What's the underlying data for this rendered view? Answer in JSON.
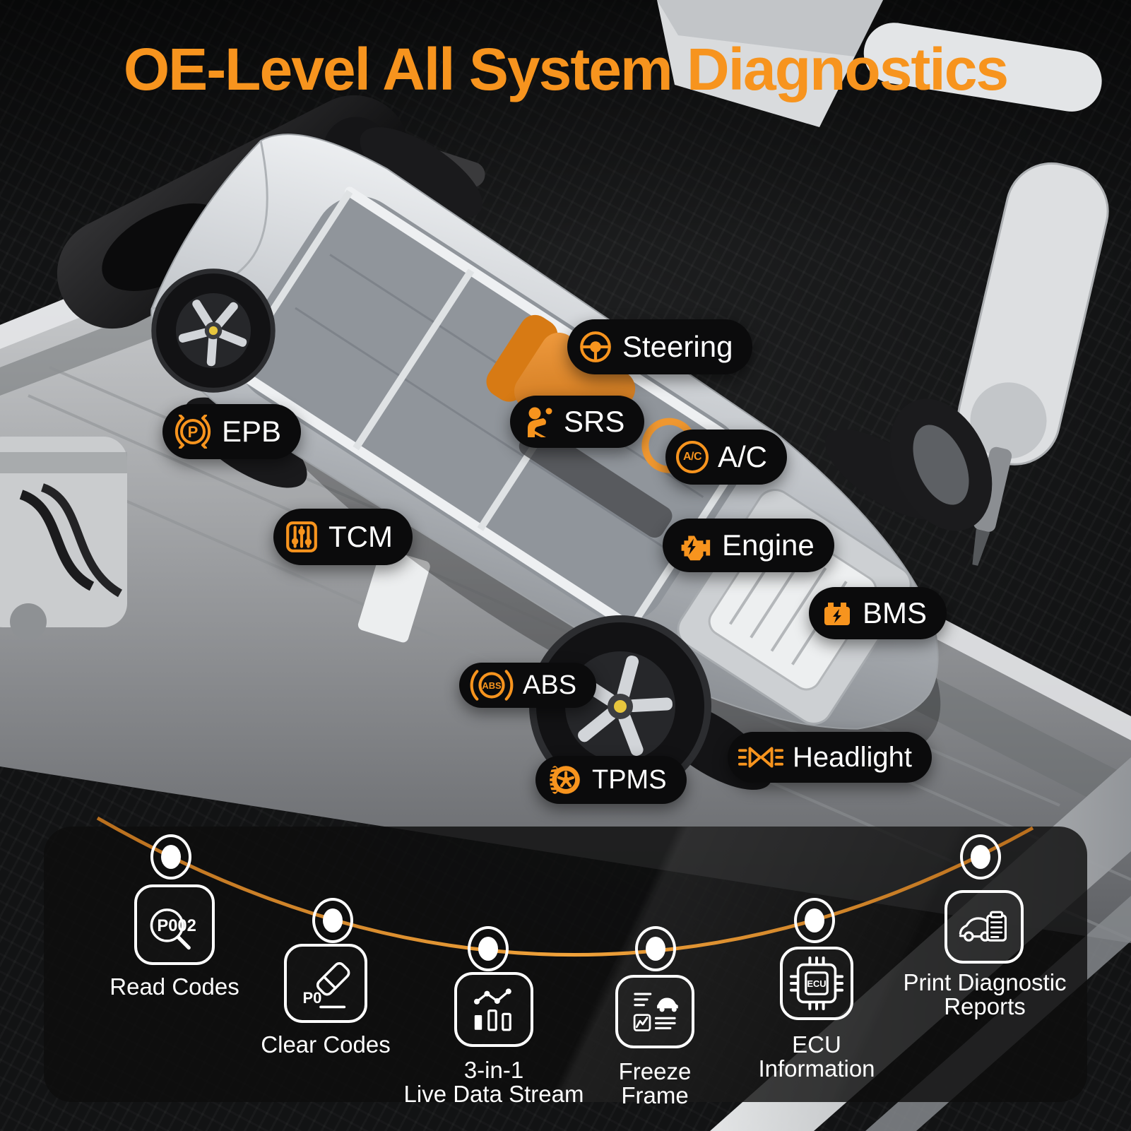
{
  "title": "OE-Level All System Diagnostics",
  "colors": {
    "accent": "#F7941E",
    "pill_background": "#0B0B0C",
    "text": "#FFFFFF",
    "timeline_arc": "#D98C2B"
  },
  "systems": [
    {
      "label": "EPB",
      "icon": "parking-brake-icon",
      "icon_text": "P"
    },
    {
      "label": "Steering",
      "icon": "steering-wheel-icon"
    },
    {
      "label": "SRS",
      "icon": "airbag-icon"
    },
    {
      "label": "A/C",
      "icon": "ac-icon",
      "icon_text": "A/C"
    },
    {
      "label": "TCM",
      "icon": "transmission-sliders-icon"
    },
    {
      "label": "Engine",
      "icon": "check-engine-icon"
    },
    {
      "label": "BMS",
      "icon": "battery-icon"
    },
    {
      "label": "ABS",
      "icon": "abs-brake-icon",
      "icon_text": "ABS"
    },
    {
      "label": "TPMS",
      "icon": "tire-icon"
    },
    {
      "label": "Headlight",
      "icon": "headlight-icon"
    }
  ],
  "features": [
    {
      "line1": "Read Codes",
      "icon": "read-codes-icon",
      "icon_text": "P002"
    },
    {
      "line1": "Clear Codes",
      "icon": "clear-codes-icon",
      "icon_text": "P0"
    },
    {
      "line1": "3-in-1",
      "line2": "Live Data Stream",
      "icon": "live-data-stream-icon"
    },
    {
      "line1": "Freeze",
      "line2": "Frame",
      "icon": "freeze-frame-icon"
    },
    {
      "line1": "ECU",
      "line2": "Information",
      "icon": "ecu-chip-icon",
      "icon_text": "ECU"
    },
    {
      "line1": "Print Diagnostic",
      "line2": "Reports",
      "icon": "print-report-icon"
    }
  ]
}
